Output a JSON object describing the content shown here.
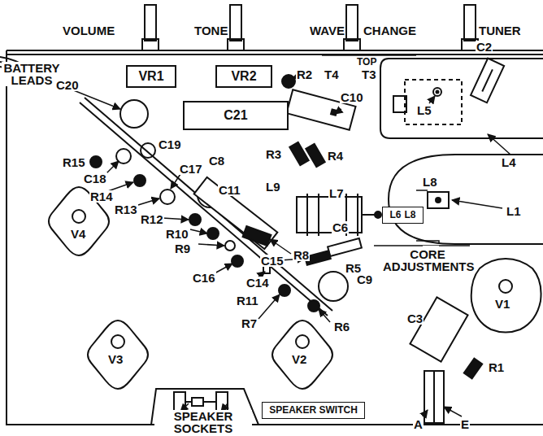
{
  "diagram": {
    "nodes": [
      {
        "text": [
          "VR1"
        ]
      },
      {
        "text": [
          "VR2"
        ]
      },
      {
        "text": [
          "C21"
        ]
      },
      {
        "text": [
          "L6",
          "L8"
        ]
      },
      {
        "text": [
          "SPEAKER SWITCH"
        ]
      }
    ],
    "labels": [
      "VOLUME",
      "TONE",
      "WAVE",
      "CHANGE",
      "TUNER",
      "BATTERY LEADS",
      "C20",
      "R2",
      "C10",
      "TOP",
      "T4",
      "T3",
      "C2",
      "R15",
      "C19",
      "C8",
      "R3",
      "R4",
      "L5",
      "L4",
      "C18",
      "R14",
      "C17",
      "L9",
      "L7",
      "L8",
      "L1",
      "R13",
      "C11",
      "C6",
      "R12",
      "L9",
      "R10",
      "R8",
      "CORE ADJUSTMENTS",
      "R9",
      "C15",
      "R5",
      "C16",
      "C14",
      "C9",
      "V4",
      "R11",
      "R7",
      "R6",
      "V1",
      "C3",
      "R1",
      "V3",
      "V2",
      "SPEAKER SOCKETS",
      "A",
      "E"
    ]
  }
}
